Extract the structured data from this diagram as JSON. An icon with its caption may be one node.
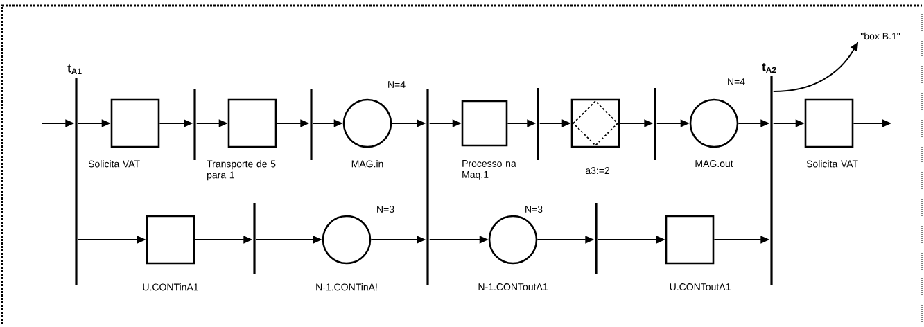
{
  "diagram": {
    "nodes": [
      {
        "text": [
          "t$_{A1}$"
        ]
      },
      {
        "text": [
          "Solicita VAT"
        ]
      },
      {
        "text": [
          "Transporte de 5 para 1"
        ]
      },
      {
        "text": [
          "MAG.in"
        ],
        "beside": [
          "N=4"
        ]
      },
      {
        "text": [
          "Processo na Maq.1"
        ]
      },
      {
        "text": [
          "a3:=2"
        ]
      },
      {
        "text": [
          "MAG.out"
        ],
        "beside": [
          "N=4"
        ]
      },
      {
        "text": [
          "t$_{A2}$"
        ]
      },
      {
        "text": [
          "Solicita VAT"
        ]
      },
      {
        "text": [
          "\"box B.1\""
        ]
      },
      {
        "text": [
          "U.CONTinA1"
        ]
      },
      {
        "text": [
          "N-1.CONTinA!"
        ],
        "beside": [
          "N=3"
        ]
      },
      {
        "text": [
          "N-1.CONToutA1"
        ],
        "beside": [
          "N=3"
        ]
      },
      {
        "text": [
          "U.CONToutA1"
        ]
      },
      {
        "text": [],
        "shape": "bar"
      },
      {
        "text": [],
        "shape": "bar"
      },
      {
        "text": [],
        "shape": "bar"
      },
      {
        "text": [],
        "shape": "bar"
      },
      {
        "text": [],
        "shape": "bar"
      },
      {
        "text": [],
        "shape": "bar"
      },
      {
        "text": [],
        "shape": "bar"
      }
    ],
    "edges": [
      {
        "from": null,
        "to": 0,
        "arrow": "to"
      },
      {
        "from": 0,
        "to": 1,
        "arrow": "to"
      },
      {
        "from": 1,
        "to": 14,
        "arrow": "to"
      },
      {
        "from": 14,
        "to": 2,
        "arrow": "to"
      },
      {
        "from": 2,
        "to": 16,
        "arrow": "to"
      },
      {
        "from": 16,
        "to": 3,
        "arrow": "to"
      },
      {
        "from": 3,
        "to": 17,
        "arrow": "to"
      },
      {
        "from": 17,
        "to": 4,
        "arrow": "to"
      },
      {
        "from": 4,
        "to": 18,
        "arrow": "to"
      },
      {
        "from": 18,
        "to": 5,
        "arrow": "to"
      },
      {
        "from": 5,
        "to": 20,
        "arrow": "to"
      },
      {
        "from": 20,
        "to": 6,
        "arrow": "to"
      },
      {
        "from": 6,
        "to": 7,
        "arrow": "to"
      },
      {
        "from": 7,
        "to": 8,
        "arrow": "to"
      },
      {
        "from": 8,
        "to": null,
        "arrow": "to"
      },
      {
        "from": 7,
        "to": 9,
        "arrow": "to"
      },
      {
        "from": 0,
        "to": 10,
        "arrow": "to"
      },
      {
        "from": 10,
        "to": 15,
        "arrow": "to"
      },
      {
        "from": 15,
        "to": 11,
        "arrow": "to"
      },
      {
        "from": 11,
        "to": 17,
        "arrow": "to"
      },
      {
        "from": 17,
        "to": 12,
        "arrow": "to"
      },
      {
        "from": 12,
        "to": 19,
        "arrow": "to"
      },
      {
        "from": 19,
        "to": 13,
        "arrow": "to"
      },
      {
        "from": 13,
        "to": 7,
        "arrow": "to"
      }
    ]
  }
}
